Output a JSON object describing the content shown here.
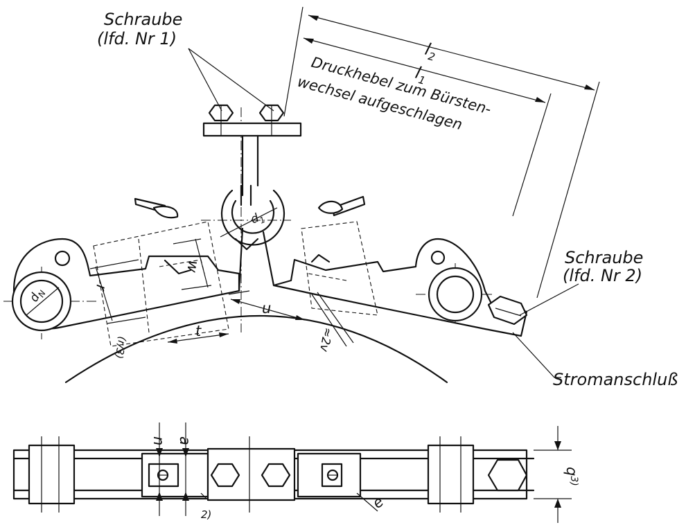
{
  "labels": {
    "schraube_1_line1": "Schraube",
    "schraube_1_line2": "(lfd. Nr 1)",
    "l2": "l",
    "l2_sub": "2",
    "l1": "l",
    "l1_sub": "1",
    "note_line1": "Druckhebel zum Bürsten-",
    "note_line2": "wechsel aufgeschlagen",
    "schraube_2_line1": "Schraube",
    "schraube_2_line2": "(lfd. Nr 2)",
    "stromanschluss": "Stromanschluß",
    "d1": "d",
    "d1_sub": "1",
    "dN": "d",
    "dN_sub": "N",
    "w": "w",
    "r": "r",
    "r_third": "(r/3)",
    "t": "t",
    "u": "u",
    "two_v": "≈2v",
    "n": "n",
    "a": "a",
    "q3": "q",
    "q3_sup": "3)",
    "e": "e",
    "note2": "2)"
  }
}
